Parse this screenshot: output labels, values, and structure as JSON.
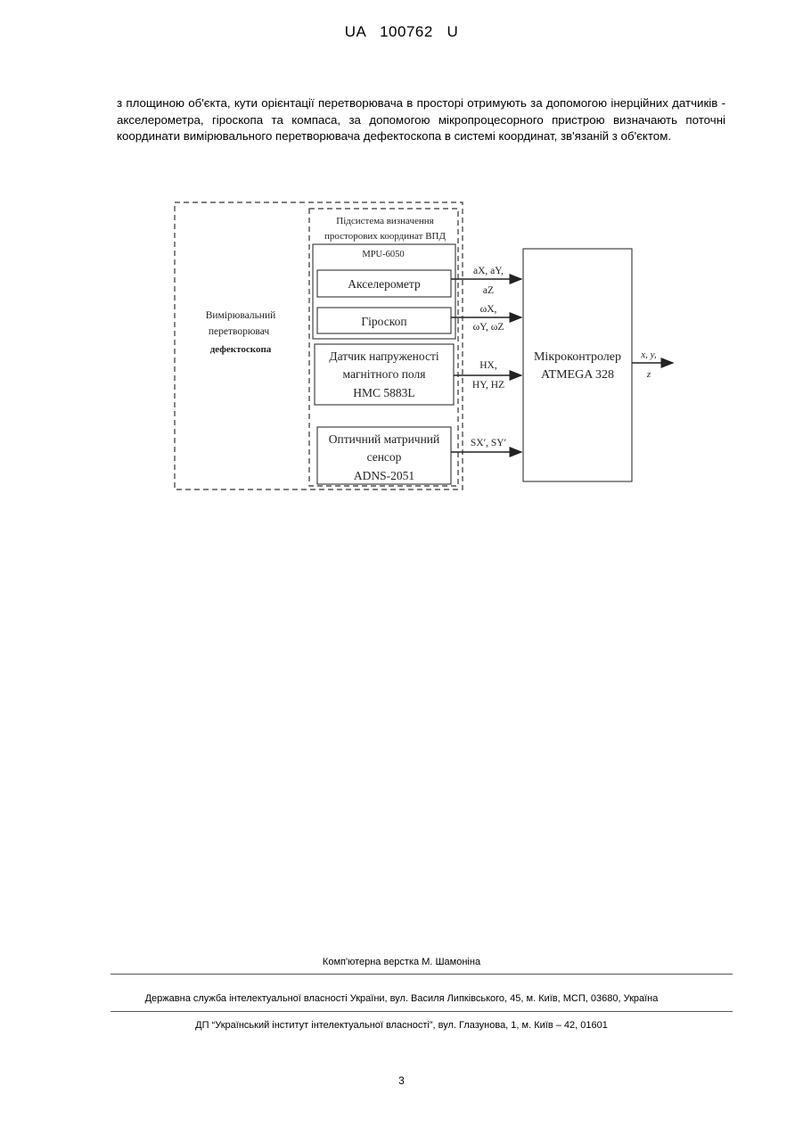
{
  "header": {
    "doc_id": "UA   100762   U"
  },
  "paragraph": "з площиною об'єкта, кути орієнтації перетворювача в просторі отримують за допомогою інерційних датчиків - акселерометра, гіроскопа та компаса, за допомогою мікропроцесорного пристрою визначають поточні координати вимірювального перетворювача дефектоскопа в системі координат, зв'язаній з об'єктом.",
  "diagram": {
    "transducer_label_1": "Вимірювальний",
    "transducer_label_2": "перетворювач",
    "transducer_label_3": "дефектоскопа",
    "subsystem_title_1": "Підсистема визначення",
    "subsystem_title_2": "просторових координат ВПД",
    "mpu_label": "MPU-6050",
    "accelerometer": "Акселерометр",
    "gyroscope": "Гіроскоп",
    "magnetic_1": "Датчик напруженості",
    "magnetic_2": "магнітного поля",
    "magnetic_3": "HMC 5883L",
    "optical_1": "Оптичний матричний",
    "optical_2": "сенсор",
    "optical_3": "ADNS-2051",
    "mcu_1": "Мікроконтролер",
    "mcu_2": "ATMEGA 328",
    "sig_accel_1": "aX, aY,",
    "sig_accel_2": "aZ",
    "sig_gyro_1": "ωX,",
    "sig_gyro_2": "ωY, ωZ",
    "sig_mag_1": "HX,",
    "sig_mag_2": "HY, HZ",
    "sig_opt": "SX′, SY′",
    "out_1": "x, y,",
    "out_2": "z"
  },
  "footer": {
    "layout_credit": "Комп'ютерна верстка М. Шамоніна",
    "agency": "Державна служба інтелектуальної власності України, вул. Василя Липківського, 45, м. Київ, МСП, 03680, Україна",
    "institute": "ДП “Український інститут інтелектуальної власності”, вул. Глазунова, 1, м. Київ – 42, 01601"
  },
  "page_number": "3"
}
